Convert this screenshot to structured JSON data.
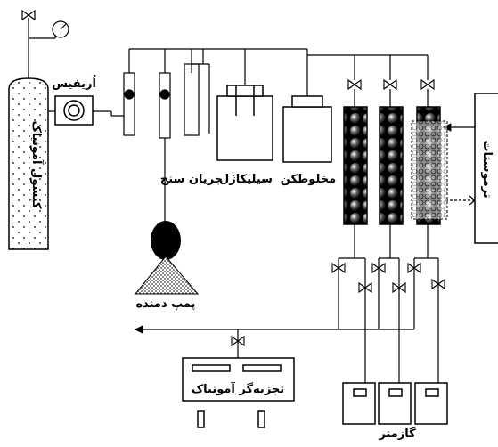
{
  "labels": {
    "cylinder": "کپسول آمونیاک",
    "orifice": "اُریفیس",
    "flowmeter": "جریان سنج",
    "silica_gel": "سیلیکاژل",
    "mixer": "مخلوطکن",
    "thermostat": "ترموستات",
    "pump": "پمپ دمنده",
    "analyzer": "تجزیه‌گر آمونیاک",
    "gas_meter": "گازمتر"
  },
  "colors": {
    "line": "#000000",
    "background": "#ffffff",
    "packing": "#111111"
  }
}
